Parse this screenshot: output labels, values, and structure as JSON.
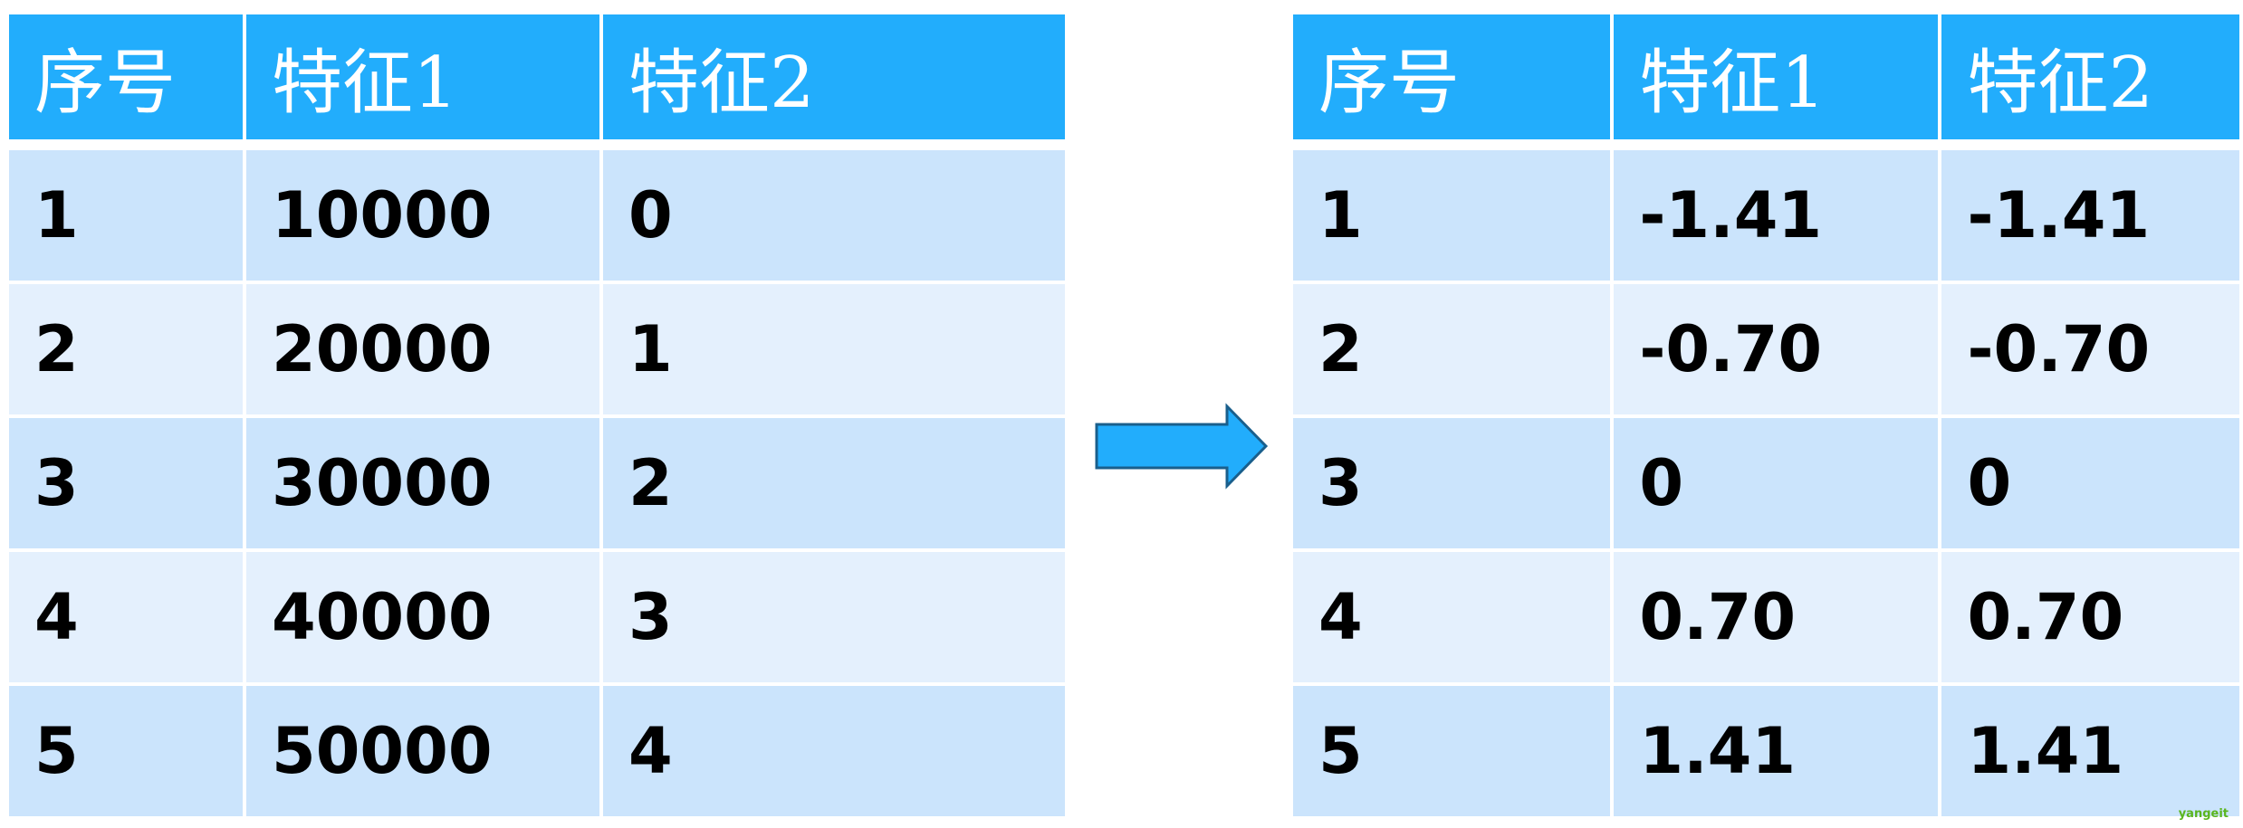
{
  "colors": {
    "header_bg": "#22adfc",
    "row_odd_bg": "#cbe4fc",
    "row_even_bg": "#e4f0fd",
    "arrow_fill": "#22adfc",
    "arrow_stroke": "#1a5f8c",
    "watermark": "#5bb51e"
  },
  "left_table": {
    "headers": [
      "序号",
      "特征1",
      "特征2"
    ],
    "rows": [
      [
        "1",
        "10000",
        "0"
      ],
      [
        "2",
        "20000",
        "1"
      ],
      [
        "3",
        "30000",
        "2"
      ],
      [
        "4",
        "40000",
        "3"
      ],
      [
        "5",
        "50000",
        "4"
      ]
    ]
  },
  "arrow": {
    "icon": "right-arrow-icon"
  },
  "right_table": {
    "headers": [
      "序号",
      "特征1",
      "特征2"
    ],
    "rows": [
      [
        "1",
        "-1.41",
        "-1.41"
      ],
      [
        "2",
        "-0.70",
        "-0.70"
      ],
      [
        "3",
        "0",
        "0"
      ],
      [
        "4",
        "0.70",
        "0.70"
      ],
      [
        "5",
        "1.41",
        "1.41"
      ]
    ]
  },
  "watermark": "yangeit"
}
